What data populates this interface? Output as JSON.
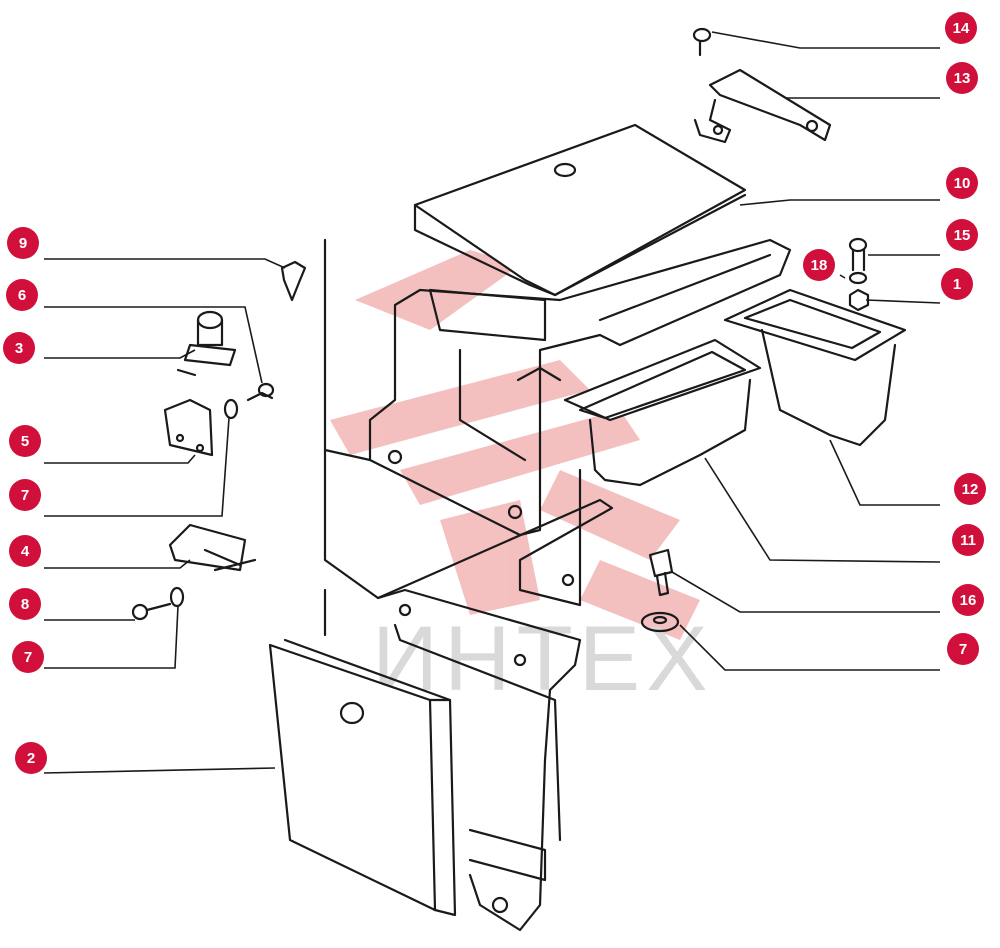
{
  "colors": {
    "callout_fill": "#d0103a",
    "callout_text": "#ffffff",
    "line": "#1a1a1a",
    "watermark_red": "#f2b5b5",
    "watermark_gray": "#d9d9d9"
  },
  "watermark": {
    "text": "ИНТЕХ"
  },
  "callouts": [
    {
      "id": "c-14",
      "label": "14"
    },
    {
      "id": "c-13",
      "label": "13"
    },
    {
      "id": "c-10",
      "label": "10"
    },
    {
      "id": "c-15",
      "label": "15"
    },
    {
      "id": "c-18",
      "label": "18"
    },
    {
      "id": "c-1",
      "label": "1"
    },
    {
      "id": "c-12",
      "label": "12"
    },
    {
      "id": "c-11",
      "label": "11"
    },
    {
      "id": "c-16",
      "label": "16"
    },
    {
      "id": "c-7r",
      "label": "7"
    },
    {
      "id": "c-9",
      "label": "9"
    },
    {
      "id": "c-6",
      "label": "6"
    },
    {
      "id": "c-3",
      "label": "3"
    },
    {
      "id": "c-5",
      "label": "5"
    },
    {
      "id": "c-7a",
      "label": "7"
    },
    {
      "id": "c-4",
      "label": "4"
    },
    {
      "id": "c-8",
      "label": "8"
    },
    {
      "id": "c-7b",
      "label": "7"
    },
    {
      "id": "c-2",
      "label": "2"
    }
  ]
}
